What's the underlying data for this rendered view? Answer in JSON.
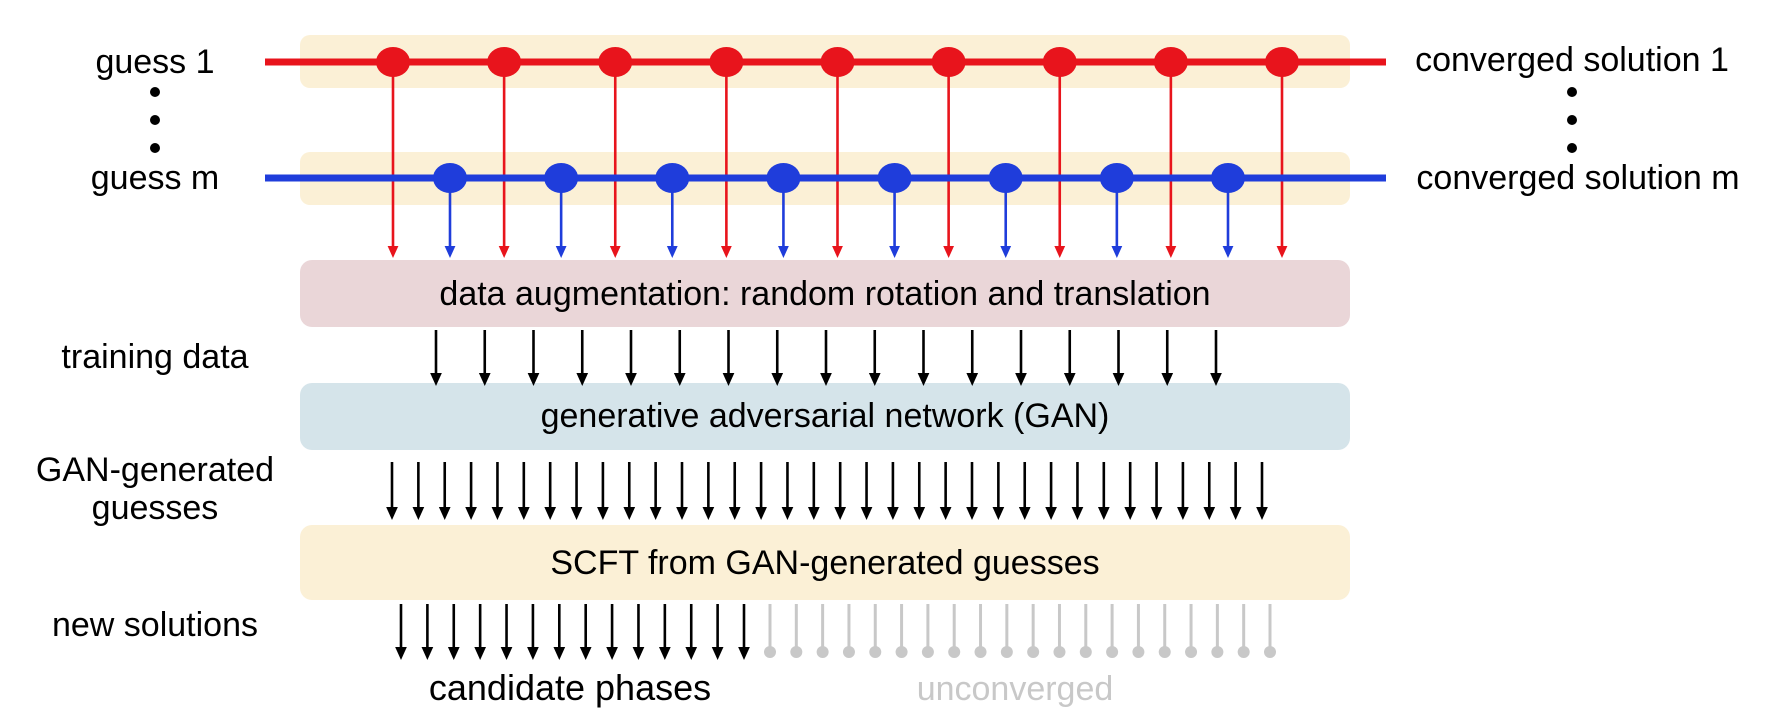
{
  "left_labels": {
    "guess_1": "guess 1",
    "guess_m": "guess m",
    "training_data": "training data",
    "gan_generated_line1": "GAN-generated",
    "gan_generated_line2": "guesses",
    "new_solutions": "new solutions"
  },
  "right_labels": {
    "converged_1": "converged solution 1",
    "converged_m": "converged solution m"
  },
  "boxes": {
    "augmentation": "data augmentation: random rotation and translation",
    "gan": "generative adversarial network (GAN)",
    "scft": "SCFT from GAN-generated guesses"
  },
  "bottom_labels": {
    "candidate": "candidate phases",
    "unconverged": "unconverged"
  },
  "colors": {
    "guess1_line": "#e8141c",
    "guessm_line": "#1f3ddb",
    "track_band": "#fbf0d6",
    "augmentation_box": "#ead6d8",
    "gan_box": "#d5e4ea",
    "scft_box": "#fbf0d6",
    "unconverged": "#c8c8c8",
    "arrow": "#000000"
  },
  "counts": {
    "training_arrows": 17,
    "gan_arrows": 34,
    "candidate_arrows": 14,
    "unconverged_stubs": 20
  }
}
